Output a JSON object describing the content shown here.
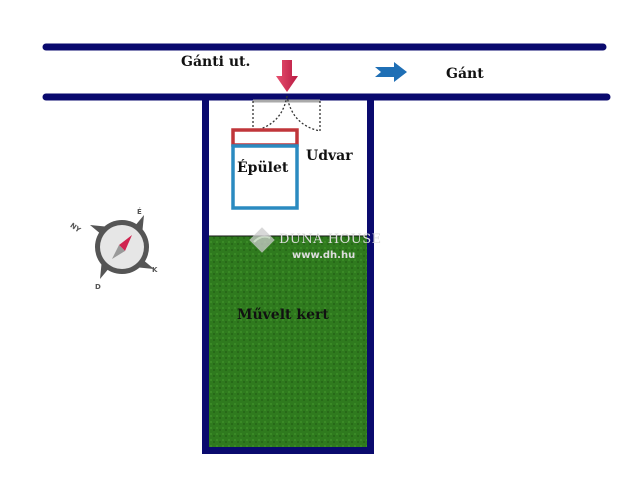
{
  "labels": {
    "street": "Gánti ut.",
    "direction": "Gánt",
    "building": "Épület",
    "yard": "Udvar",
    "garden": "Művelt kert"
  },
  "compass": {
    "north": "É",
    "east": "K",
    "south": "D",
    "west": "NY"
  },
  "watermark": {
    "brand": "DUNA HOUSE",
    "url": "www.dh.hu"
  },
  "colors": {
    "road": "#0a0a6e",
    "garden": "#2f7a1e",
    "entrance_arrow": "#d0234f",
    "direction_arrow": "#1f6fb5",
    "building_front": "#c0363a",
    "building": "#2a8ac0"
  }
}
